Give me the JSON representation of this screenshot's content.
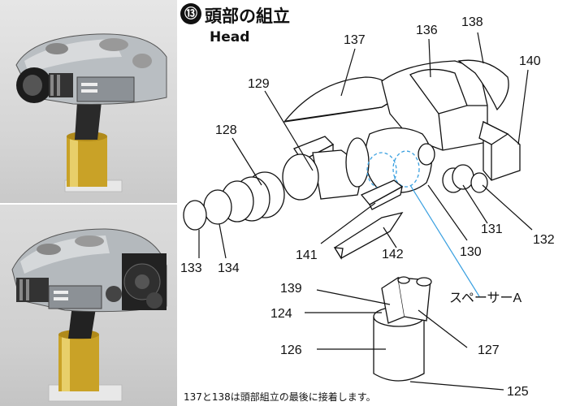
{
  "header": {
    "number": "⑬",
    "title": "頭部の組立",
    "subtitle": "Head"
  },
  "labels": {
    "p137": "137",
    "p136": "136",
    "p138": "138",
    "p140": "140",
    "p129": "129",
    "p128": "128",
    "p131": "131",
    "p132": "132",
    "p130": "130",
    "p142": "142",
    "p141": "141",
    "p133": "133",
    "p134": "134",
    "spacer": "スペーサーA",
    "p139": "139",
    "p124": "124",
    "p126": "126",
    "p127": "127",
    "p125": "125"
  },
  "footnote": "137と138は頭部組立の最後に接着します。",
  "colors": {
    "ink": "#111111",
    "spacer_line": "#3aa0e0",
    "tube_gold": "#c9a227"
  }
}
